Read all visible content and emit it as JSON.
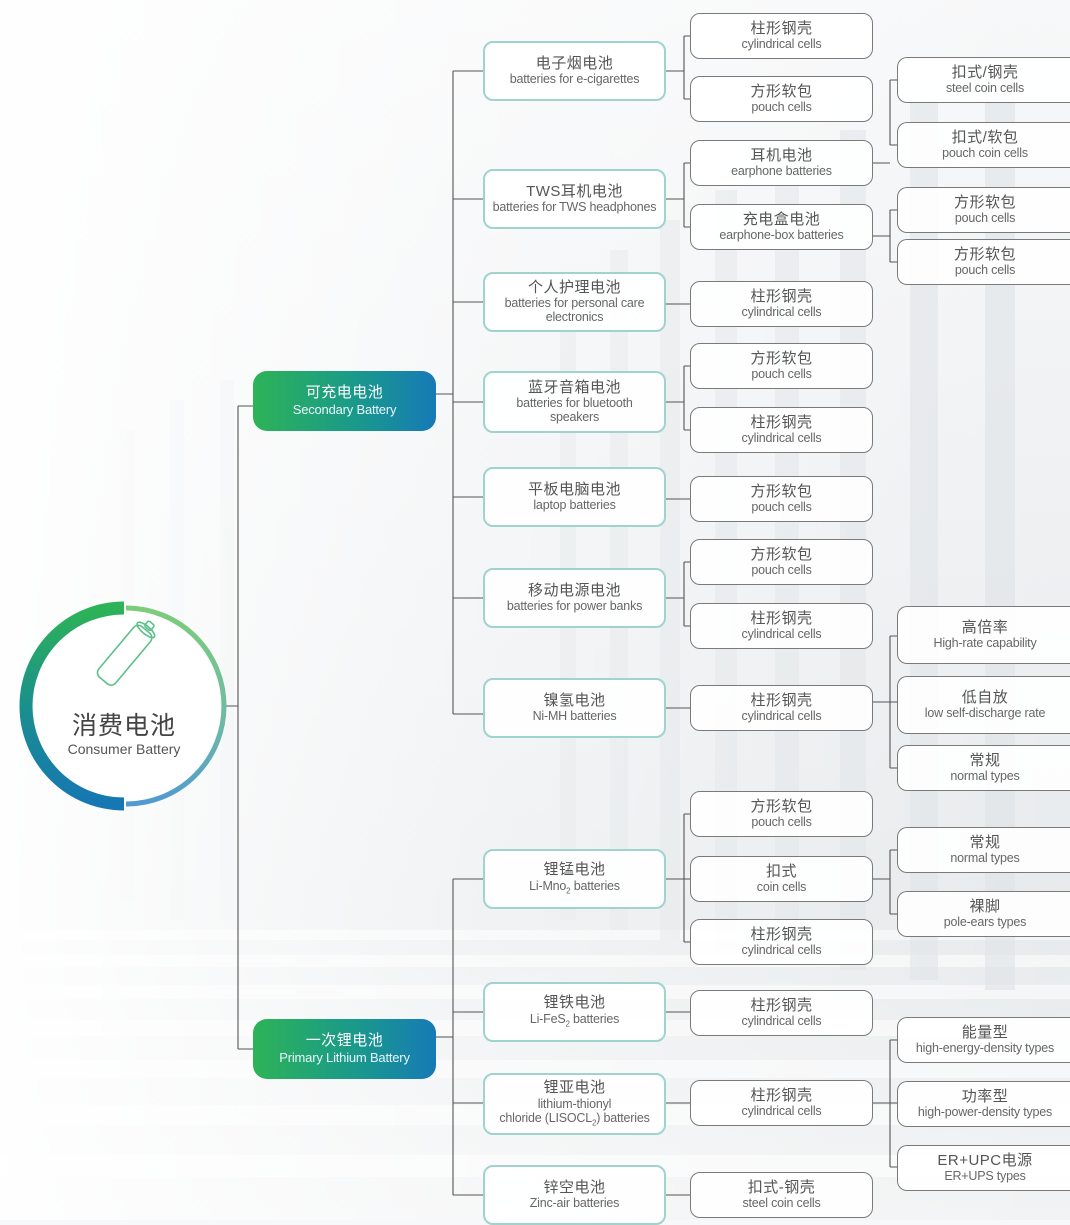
{
  "root": {
    "zh": "消费电池",
    "en": "Consumer Battery",
    "icon": "battery-icon"
  },
  "secondary": {
    "zh": "可充电电池",
    "en": "Secondary Battery"
  },
  "primary": {
    "zh": "一次锂电池",
    "en": "Primary Lithium Battery"
  },
  "n": {
    "ecig": {
      "zh": "电子烟电池",
      "en": "batteries for e-cigarettes"
    },
    "ecig_cyl": {
      "zh": "柱形钢壳",
      "en": "cylindrical cells"
    },
    "ecig_pouch": {
      "zh": "方形软包",
      "en": "pouch cells"
    },
    "tws": {
      "zh": "TWS耳机电池",
      "en": "batteries for TWS headphones"
    },
    "tws_ear": {
      "zh": "耳机电池",
      "en": "earphone batteries"
    },
    "tws_box": {
      "zh": "充电盒电池",
      "en": "earphone-box batteries"
    },
    "coin_steel": {
      "zh": "扣式/钢壳",
      "en": "steel coin cells"
    },
    "coin_pouch": {
      "zh": "扣式/软包",
      "en": "pouch coin cells"
    },
    "ear_pouch": {
      "zh": "方形软包",
      "en": "pouch cells"
    },
    "box_pouch": {
      "zh": "方形软包",
      "en": "pouch cells"
    },
    "personal": {
      "zh": "个人护理电池",
      "en1": "batteries for personal  care",
      "en2": "electronics"
    },
    "personal_cyl": {
      "zh": "柱形钢壳",
      "en": "cylindrical cells"
    },
    "bt": {
      "zh": "蓝牙音箱电池",
      "en1": "batteries for bluetooth",
      "en2": "speakers"
    },
    "bt_pouch": {
      "zh": "方形软包",
      "en": "pouch cells"
    },
    "bt_cyl": {
      "zh": "柱形钢壳",
      "en": "cylindrical cells"
    },
    "laptop": {
      "zh": "平板电脑电池",
      "en": "laptop batteries"
    },
    "laptop_pouch": {
      "zh": "方形软包",
      "en": "pouch cells"
    },
    "pb": {
      "zh": "移动电源电池",
      "en": "batteries for power banks"
    },
    "pb_pouch": {
      "zh": "方形软包",
      "en": "pouch cells"
    },
    "pb_cyl": {
      "zh": "柱形钢壳",
      "en": "cylindrical cells"
    },
    "nimh": {
      "zh": "镍氢电池",
      "en": "Ni-MH batteries"
    },
    "nimh_cyl": {
      "zh": "柱形钢壳",
      "en": "cylindrical cells"
    },
    "highrate": {
      "zh": "高倍率",
      "en": "High-rate capability"
    },
    "lowsd": {
      "zh": "低自放",
      "en": "low self-discharge rate"
    },
    "normal1": {
      "zh": "常规",
      "en": "normal types"
    },
    "limno": {
      "zh": "锂锰电池",
      "en_a": "Li-Mno",
      "en_sub": "2",
      "en_b": " batteries"
    },
    "limno_pouch": {
      "zh": "方形软包",
      "en": "pouch cells"
    },
    "limno_coin": {
      "zh": "扣式",
      "en": "coin cells"
    },
    "limno_cyl": {
      "zh": "柱形钢壳",
      "en": "cylindrical cells"
    },
    "normal2": {
      "zh": "常规",
      "en": "normal types"
    },
    "poleears": {
      "zh": "裸脚",
      "en": "pole-ears types"
    },
    "lifes": {
      "zh": "锂铁电池",
      "en_a": "Li-FeS",
      "en_sub": "2",
      "en_b": " batteries"
    },
    "lifes_cyl": {
      "zh": "柱形钢壳",
      "en": "cylindrical cells"
    },
    "lisocl": {
      "zh": "锂亚电池",
      "en1": "lithium-thionyl",
      "en2_a": "chloride (LISOCL",
      "en2_sub": "2",
      "en2_b": ") batteries"
    },
    "lisocl_cyl": {
      "zh": "柱形钢壳",
      "en": "cylindrical cells"
    },
    "energy": {
      "zh": "能量型",
      "en": "high-energy-density types"
    },
    "power": {
      "zh": "功率型",
      "en": "high-power-density types"
    },
    "erupc": {
      "zh": "ER+UPC电源",
      "en": "ER+UPS types"
    },
    "zinc": {
      "zh": "锌空电池",
      "en": "Zinc-air batteries"
    },
    "zinc_coin": {
      "zh": "扣式-钢壳",
      "en": "steel coin cells"
    }
  }
}
